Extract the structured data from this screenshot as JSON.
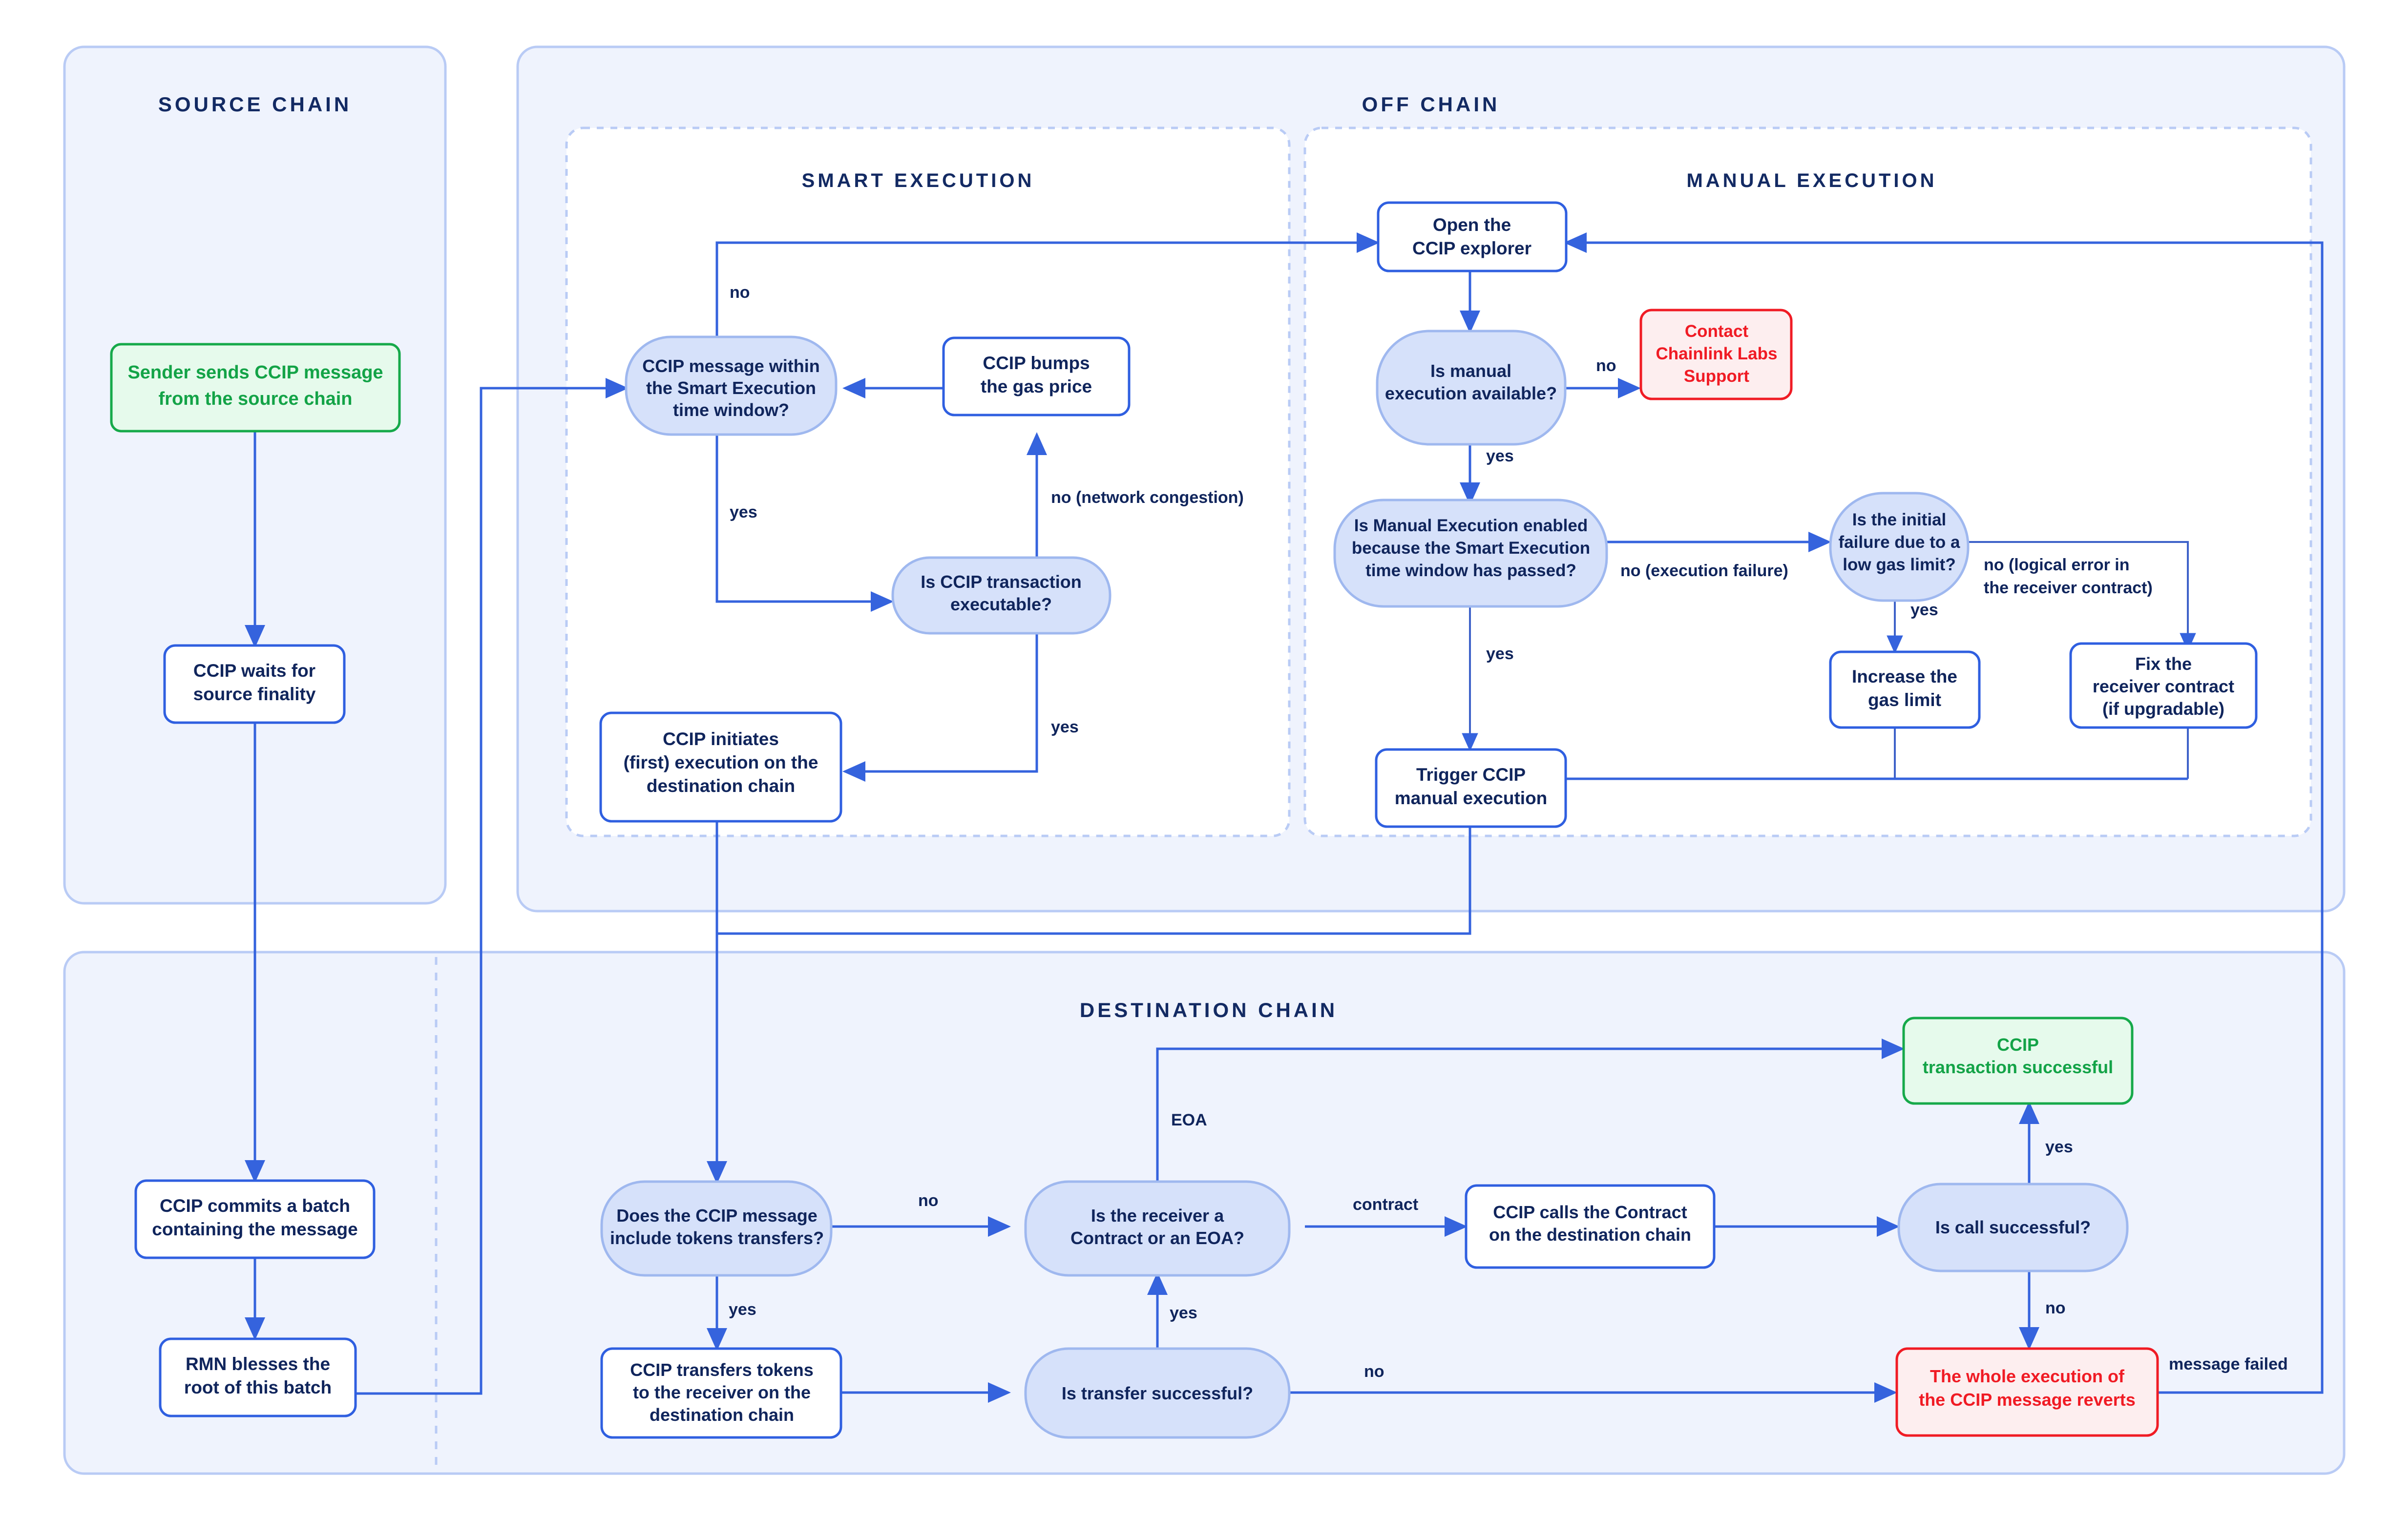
{
  "diagram": {
    "title": "CCIP message execution flow",
    "colors": {
      "accent_blue": "#3563dd",
      "text_navy": "#10255c",
      "success_green": "#13a347",
      "error_red": "#f01b24",
      "lane_fill": "#eff3fd",
      "decision_fill": "#d6e1fa",
      "decision_stroke": "#9fb8ef"
    }
  },
  "lanes": [
    {
      "id": "source-chain",
      "label": "SOURCE CHAIN"
    },
    {
      "id": "off-chain",
      "label": "OFF CHAIN"
    },
    {
      "id": "smart-execution",
      "label": "SMART EXECUTION"
    },
    {
      "id": "manual-execution",
      "label": "MANUAL EXECUTION"
    },
    {
      "id": "destination-chain",
      "label": "DESTINATION CHAIN"
    }
  ],
  "nodes": {
    "sender_sends": {
      "lines": [
        "Sender sends CCIP message",
        "from the source chain"
      ],
      "kind": "terminator-success"
    },
    "waits_finality": {
      "lines": [
        "CCIP waits for",
        "source finality"
      ],
      "kind": "process"
    },
    "commits_batch": {
      "lines": [
        "CCIP commits a batch",
        "containing the message"
      ],
      "kind": "process"
    },
    "rmn_blesses": {
      "lines": [
        "RMN blesses the",
        "root of this batch"
      ],
      "kind": "process"
    },
    "within_window": {
      "lines": [
        "CCIP message within",
        "the Smart Execution",
        "time window?"
      ],
      "kind": "decision"
    },
    "bumps_gas": {
      "lines": [
        "CCIP bumps",
        "the gas price"
      ],
      "kind": "process"
    },
    "is_executable": {
      "lines": [
        "Is CCIP transaction",
        "executable?"
      ],
      "kind": "decision"
    },
    "initiates_first": {
      "lines": [
        "CCIP initiates",
        "(first) execution on the",
        "destination chain"
      ],
      "kind": "process"
    },
    "open_explorer": {
      "lines": [
        "Open the",
        "CCIP explorer"
      ],
      "kind": "process"
    },
    "manual_available": {
      "lines": [
        "Is manual",
        "execution available?"
      ],
      "kind": "decision"
    },
    "contact_support": {
      "lines": [
        "Contact",
        "Chainlink Labs",
        "Support"
      ],
      "kind": "terminator-error"
    },
    "manual_enabled": {
      "lines": [
        "Is Manual Execution enabled",
        "because the Smart Execution",
        "time window has passed?"
      ],
      "kind": "decision"
    },
    "low_gas_limit": {
      "lines": [
        "Is the initial",
        "failure due to a",
        "low gas limit?"
      ],
      "kind": "decision"
    },
    "increase_gas": {
      "lines": [
        "Increase the",
        "gas limit"
      ],
      "kind": "process"
    },
    "fix_receiver": {
      "lines": [
        "Fix the",
        "receiver contract",
        "(if upgradable)"
      ],
      "kind": "process"
    },
    "trigger_manual": {
      "lines": [
        "Trigger CCIP",
        "manual execution"
      ],
      "kind": "process"
    },
    "include_tokens": {
      "lines": [
        "Does the CCIP message",
        "include tokens transfers?"
      ],
      "kind": "decision"
    },
    "transfers_tokens": {
      "lines": [
        "CCIP transfers tokens",
        "to the receiver on the",
        "destination chain"
      ],
      "kind": "process"
    },
    "transfer_successful": {
      "lines": [
        "Is transfer successful?"
      ],
      "kind": "decision"
    },
    "contract_or_eoa": {
      "lines": [
        "Is the receiver a",
        "Contract or an EOA?"
      ],
      "kind": "decision"
    },
    "calls_contract": {
      "lines": [
        "CCIP calls the Contract",
        "on the destination chain"
      ],
      "kind": "process"
    },
    "call_successful": {
      "lines": [
        "Is call successful?"
      ],
      "kind": "decision"
    },
    "tx_successful": {
      "lines": [
        "CCIP",
        "transaction successful"
      ],
      "kind": "terminator-success"
    },
    "reverts": {
      "lines": [
        "The whole execution of",
        "the CCIP message reverts"
      ],
      "kind": "terminator-error"
    }
  },
  "edge_labels": {
    "no_window": "no",
    "yes_window": "yes",
    "no_congestion": "no (network congestion)",
    "yes_executable": "yes",
    "no_manual_available": "no",
    "yes_manual_available": "yes",
    "no_execution_failure": "no (execution failure)",
    "yes_manual_enabled": "yes",
    "no_logical_error": "no (logical error in",
    "no_logical_error_2": "the receiver contract)",
    "yes_low_gas": "yes",
    "no_tokens": "no",
    "yes_tokens": "yes",
    "yes_transfer": "yes",
    "no_transfer": "no",
    "eoa": "EOA",
    "contract": "contract",
    "yes_call": "yes",
    "no_call": "no",
    "message_failed": "message failed"
  }
}
